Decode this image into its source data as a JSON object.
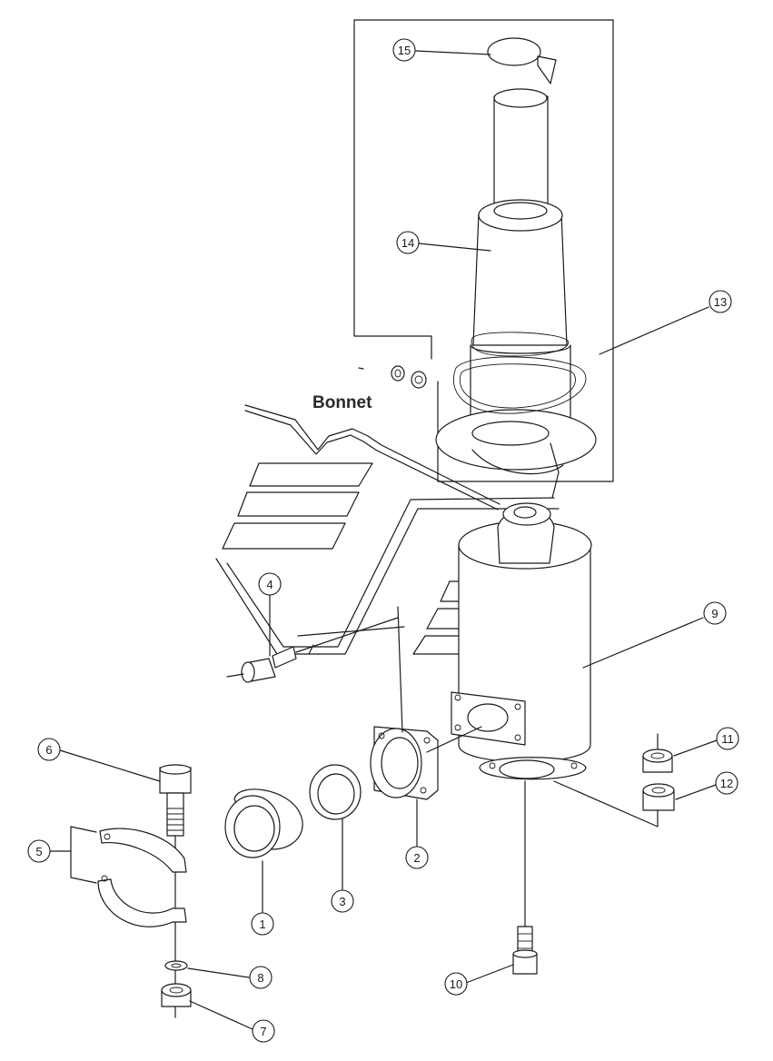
{
  "diagram": {
    "section_label": "Bonnet",
    "callouts": [
      {
        "id": "c15",
        "label": "15"
      },
      {
        "id": "c14",
        "label": "14"
      },
      {
        "id": "c13",
        "label": "13"
      },
      {
        "id": "c4",
        "label": "4"
      },
      {
        "id": "c9",
        "label": "9"
      },
      {
        "id": "c6",
        "label": "6"
      },
      {
        "id": "c5",
        "label": "5"
      },
      {
        "id": "c1",
        "label": "1"
      },
      {
        "id": "c3",
        "label": "3"
      },
      {
        "id": "c2",
        "label": "2"
      },
      {
        "id": "c11",
        "label": "11"
      },
      {
        "id": "c12",
        "label": "12"
      },
      {
        "id": "c10",
        "label": "10"
      },
      {
        "id": "c8",
        "label": "8"
      },
      {
        "id": "c7",
        "label": "7"
      }
    ]
  }
}
